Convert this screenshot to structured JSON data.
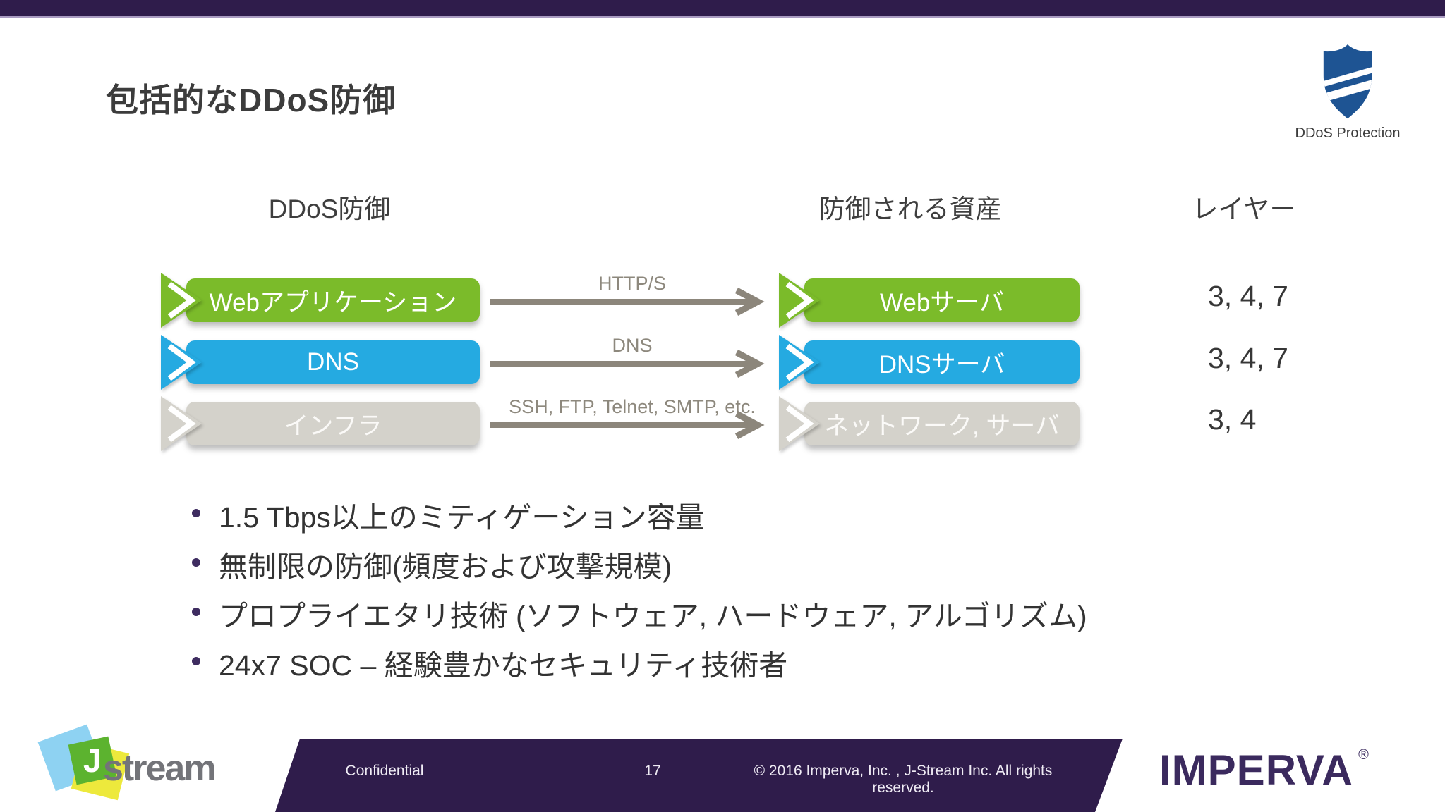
{
  "header": {
    "title": "包括的なDDoS防御"
  },
  "badge": {
    "label": "DDoS Protection",
    "shield_color": "#1E5493"
  },
  "columns": {
    "left": "DDoS防御",
    "middle": "防御される資産",
    "right": "レイヤー"
  },
  "rows": [
    {
      "left": "Webアプリケーション",
      "protocol": "HTTP/S",
      "right": "Webサーバ",
      "layers": "3, 4, 7",
      "color": "#7BBB2A"
    },
    {
      "left": "DNS",
      "protocol": "DNS",
      "right": "DNSサーバ",
      "layers": "3, 4, 7",
      "color": "#25AAE1"
    },
    {
      "left": "インフラ",
      "protocol": "SSH, FTP, Telnet, SMTP, etc.",
      "right": "ネットワーク, サーバ",
      "layers": "3, 4",
      "color": "#D4D2CB"
    }
  ],
  "bullets": [
    "1.5 Tbps以上のミティゲーション容量",
    "無制限の防御(頻度および攻撃規模)",
    "プロプライエタリ技術 (ソフトウェア, ハードウェア, アルゴリズム)",
    "24x7 SOC – 経験豊かなセキュリティ技術者"
  ],
  "footer": {
    "confidential": "Confidential",
    "page": "17",
    "copyright": "© 2016 Imperva, Inc. , J-Stream Inc. All rights reserved.",
    "imperva_label": "IMPERVA",
    "imperva_reg": "®",
    "jstream_j": "J",
    "jstream_stream": "stream"
  },
  "colors": {
    "top_bar": "#2F1C4B",
    "top_bar_underline": "#A99BC1",
    "footer_bar": "#2F1C4B",
    "arrow": "#8C867B",
    "bullet_dot": "#3E2C60",
    "green_box": "#7BBB2A",
    "blue_box": "#25AAE1",
    "gray_box": "#D4D2CB",
    "imperva_purple": "#3B2A5E",
    "jstream_blue": "#8ED2F2",
    "jstream_yellow": "#EDE93C",
    "jstream_green": "#5CB32F"
  }
}
